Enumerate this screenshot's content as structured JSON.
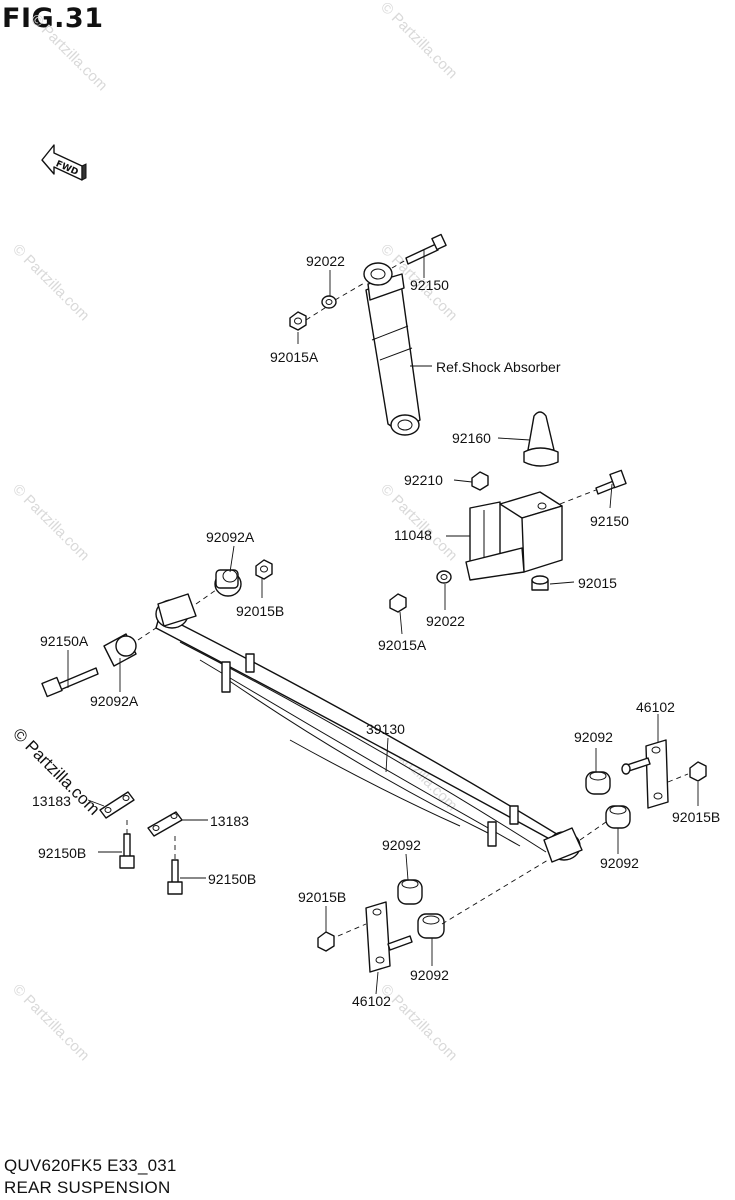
{
  "figure": {
    "title": "FIG.31",
    "model_code": "QUV620FK5 E33_031",
    "section_name": "REAR SUSPENSION",
    "fwd_label": "FWD",
    "watermark": "© Partzilla.com"
  },
  "parts": {
    "p92022_top": "92022",
    "p92150_top": "92150",
    "p92015A_top": "92015A",
    "shock_ref": "Ref.Shock Absorber",
    "p92160": "92160",
    "p92210": "92210",
    "p11048": "11048",
    "p92150_mid": "92150",
    "p92015": "92015",
    "p92022_mid": "92022",
    "p92015A_mid": "92015A",
    "p92092A_top": "92092A",
    "p92015B_left": "92015B",
    "p92150A": "92150A",
    "p92092A_low": "92092A",
    "p39130": "39130",
    "p46102_right": "46102",
    "p92092_r1": "92092",
    "p92015B_right": "92015B",
    "p92092_r2": "92092",
    "p13183_a": "13183",
    "p13183_b": "13183",
    "p92150B_a": "92150B",
    "p92150B_b": "92150B",
    "p92092_c1": "92092",
    "p92015B_bottom": "92015B",
    "p92092_c2": "92092",
    "p46102_bottom": "46102"
  }
}
